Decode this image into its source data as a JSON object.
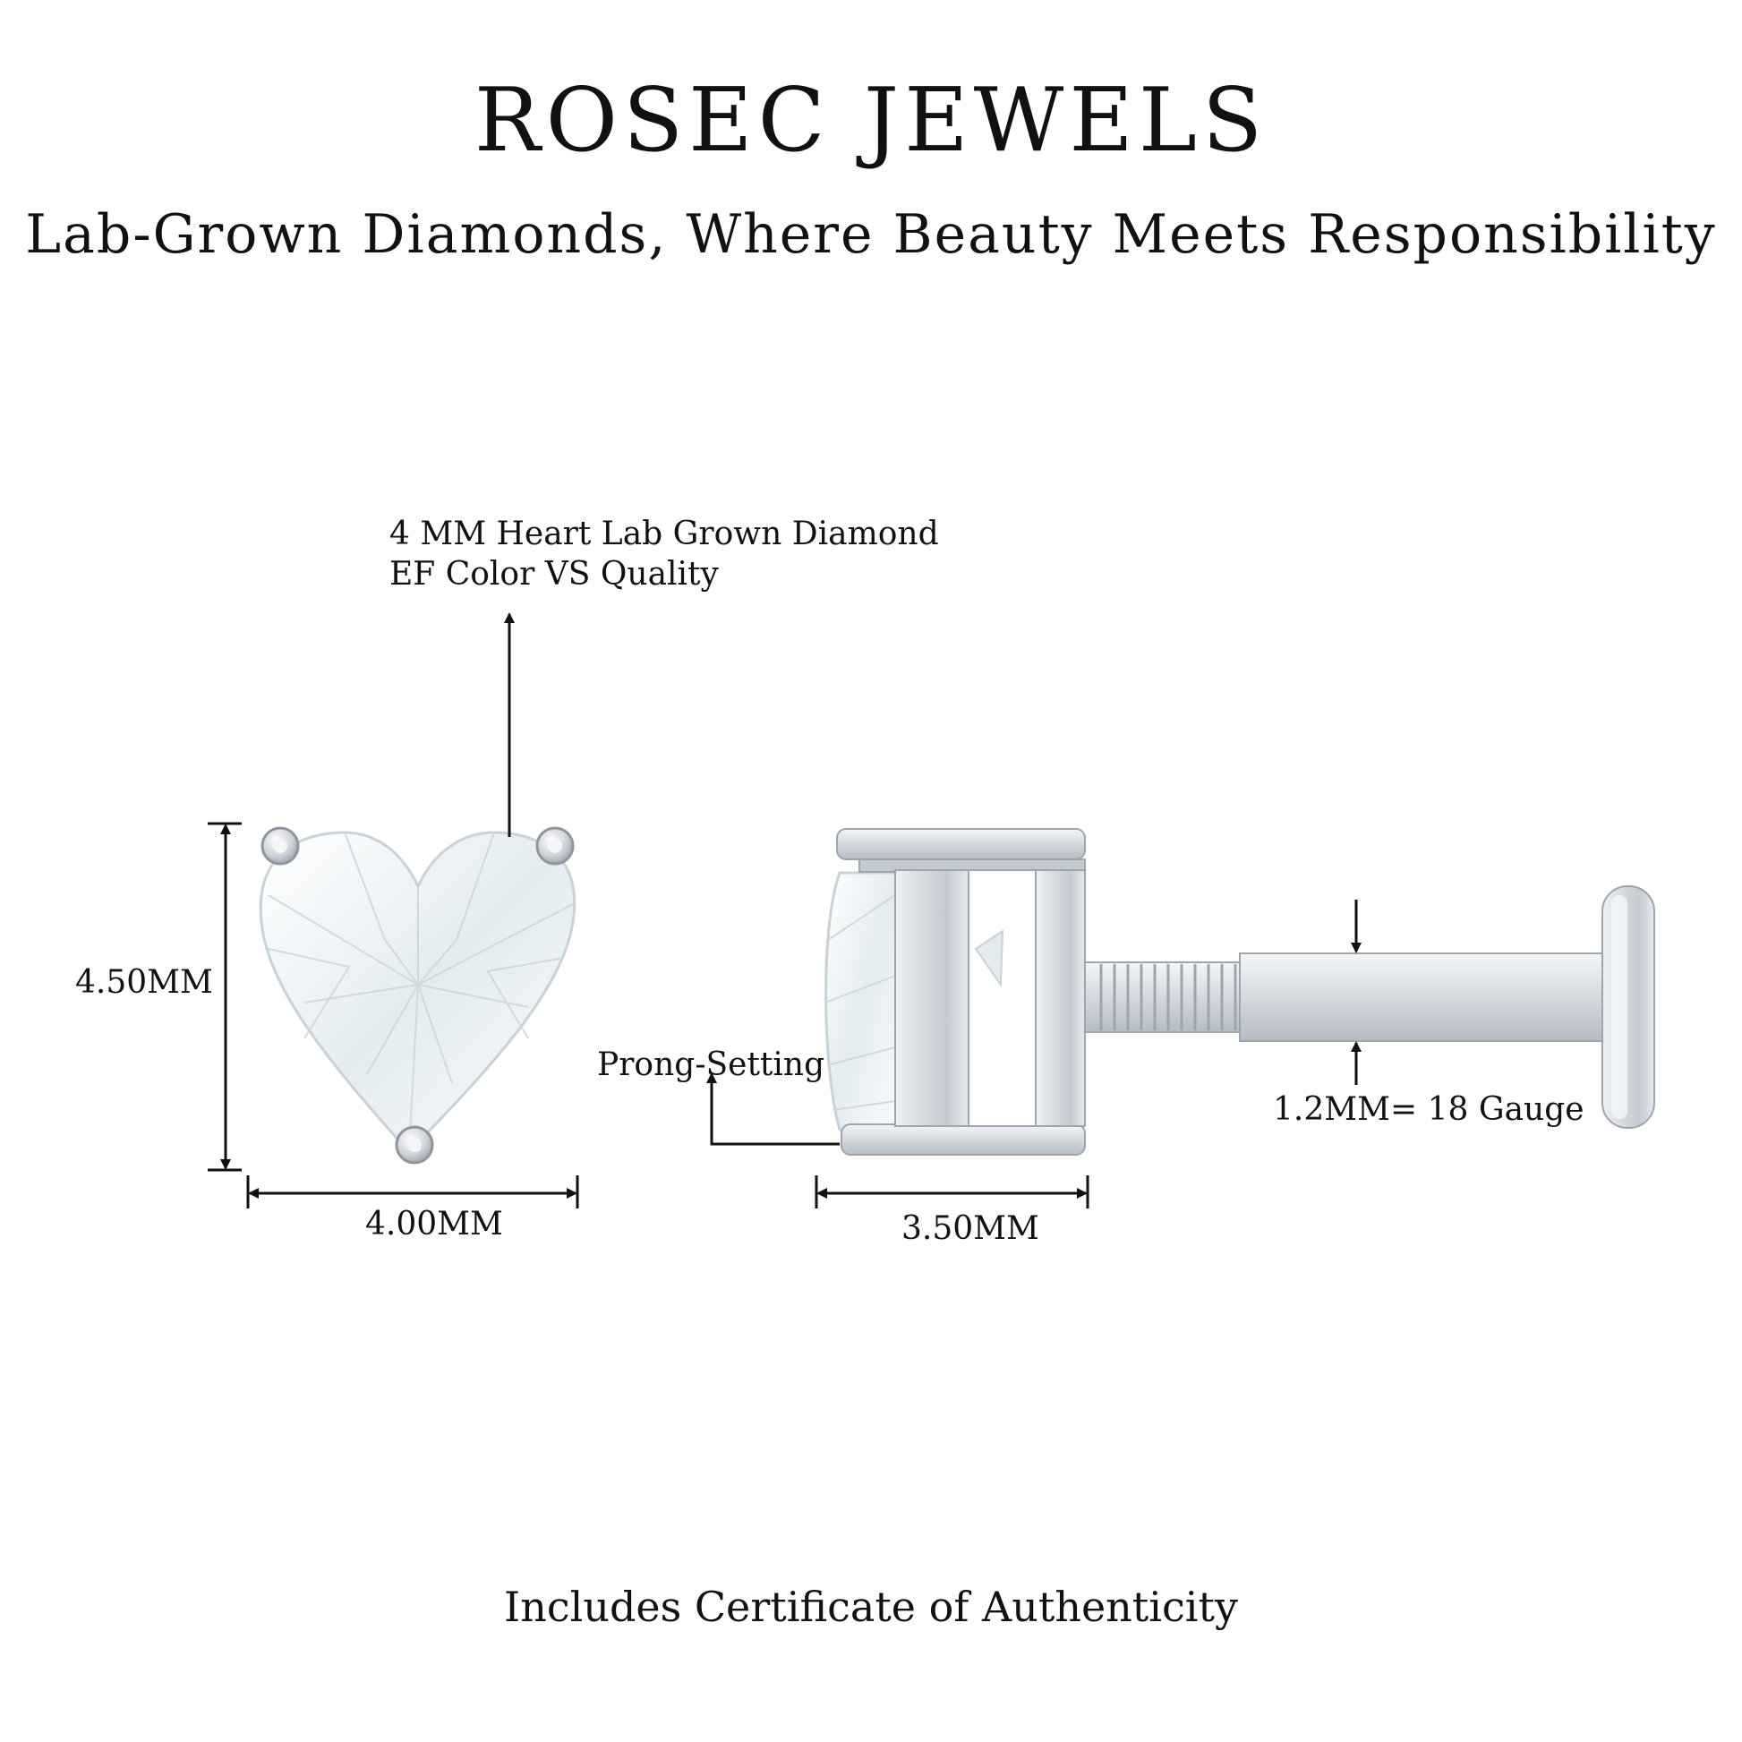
{
  "brand": {
    "title": "ROSEC JEWELS",
    "tagline": "Lab-Grown Diamonds, Where Beauty Meets Responsibility"
  },
  "stone": {
    "line1": "4 MM Heart Lab Grown Diamond",
    "line2": "EF Color VS Quality"
  },
  "dimensions": {
    "height": "4.50MM",
    "width": "4.00MM",
    "depth": "3.50MM",
    "gauge": "1.2MM= 18 Gauge"
  },
  "setting": {
    "label": "Prong-Setting"
  },
  "footer": {
    "text": "Includes Certificate of Authenticity"
  },
  "colors": {
    "text": "#111111",
    "metal": "#dfe3e8",
    "metal_shade": "#b8bec6",
    "gem": "#eef3f6"
  }
}
